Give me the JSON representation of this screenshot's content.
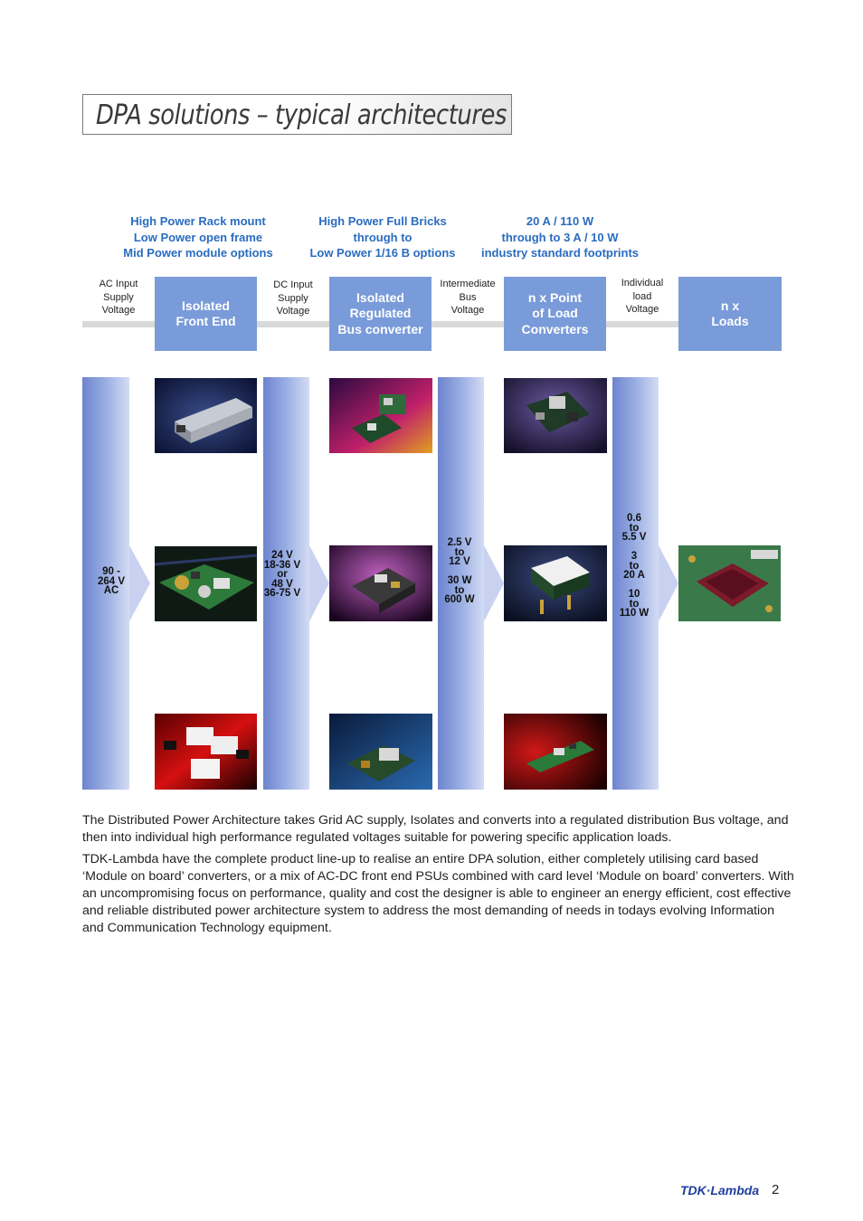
{
  "title": "DPA solutions – typical architectures",
  "headings": [
    {
      "line1": "High Power Rack mount",
      "line2": "Low Power open frame",
      "line3": "Mid Power module options"
    },
    {
      "line1": "High Power Full Bricks",
      "line2": "through to",
      "line3": "Low Power 1/16 B options"
    },
    {
      "line1": "20 A / 110 W",
      "line2": "through to 3 A / 10 W",
      "line3": "industry standard footprints"
    }
  ],
  "stage_labels": [
    {
      "line1": "AC Input",
      "line2": "Supply",
      "line3": "Voltage"
    },
    {
      "line1": "DC Input",
      "line2": "Supply",
      "line3": "Voltage"
    },
    {
      "line1": "Intermediate",
      "line2": "Bus",
      "line3": "Voltage"
    },
    {
      "line1": "Individual",
      "line2": "load",
      "line3": "Voltage"
    }
  ],
  "blocks": [
    {
      "line1": "Isolated",
      "line2": "Front End"
    },
    {
      "line1": "Isolated",
      "line2": "Regulated",
      "line3": "Bus converter"
    },
    {
      "line1": "n x Point",
      "line2": "of Load",
      "line3": "Converters"
    },
    {
      "line1": "n x",
      "line2": "Loads"
    }
  ],
  "columns": {
    "ac": [
      "90 -",
      "264 V",
      "AC"
    ],
    "dc": [
      "24 V",
      "18-36 V",
      "or",
      "48 V",
      "36-75 V"
    ],
    "bus": [
      "2.5 V",
      "to",
      "12 V",
      "",
      "30 W",
      "to",
      "600 W"
    ],
    "load": [
      "0.6",
      "to",
      "5.5 V",
      "",
      "3",
      "to",
      "20 A",
      "",
      "10",
      "to",
      "110 W"
    ]
  },
  "paragraphs": [
    "The Distributed Power Architecture takes Grid AC supply, Isolates and converts into a regulated distribution Bus voltage, and then into individual high performance regulated voltages suitable for powering specific application loads.",
    "TDK-Lambda have the complete product line-up to realise an entire DPA solution, either completely utilising card based ‘Module on board’ converters, or a mix of AC-DC front end PSUs combined with card level ‘Module on board’ converters. With an uncompromising focus on performance, quality and cost the designer is able to engineer an energy efficient, cost effective and reliable distributed power architecture system to address the most demanding of needs in todays evolving Information and Communication Technology equipment."
  ],
  "footer": {
    "brand": "TDK·Lambda",
    "page": "2"
  },
  "colors": {
    "accent_blue": "#2a6cc0",
    "block_blue": "#7a9bd9",
    "column_blue": "#6d84cf"
  }
}
